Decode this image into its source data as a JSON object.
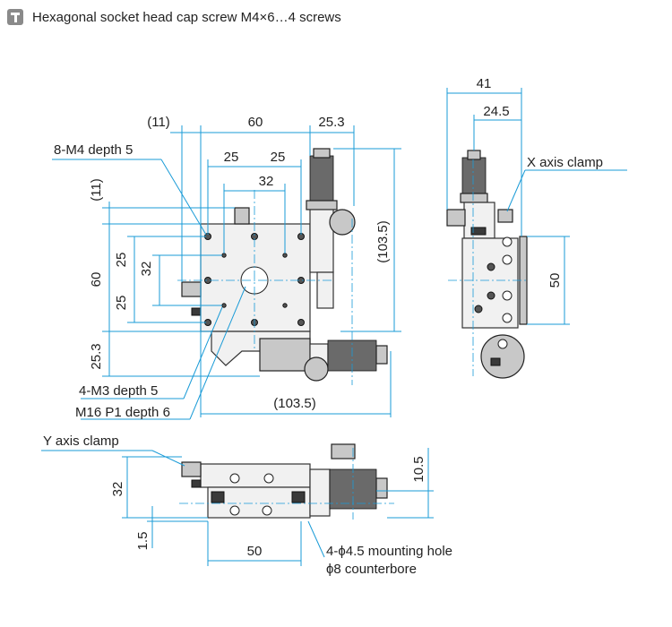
{
  "header": {
    "icon": "screw-icon",
    "text": "Hexagonal socket head cap screw M4×6…4 screws"
  },
  "accent_color": "#1a9bd7",
  "dimensions": {
    "d11_top": "(11)",
    "d60_top": "60",
    "d25_3_top": "25.3",
    "d25_top_left": "25",
    "d25_top_right": "25",
    "d32_top": "32",
    "d11_left": "(11)",
    "d60_left": "60",
    "d25_left_upper": "25",
    "d32_left": "32",
    "d25_left_lower": "25",
    "d25_3_left": "25.3",
    "d103_5_right": "(103.5)",
    "d103_5_bottom": "(103.5)",
    "d41_side": "41",
    "d24_5_side": "24.5",
    "d50_side": "50",
    "d32_front": "32",
    "d1_5_front": "1.5",
    "d50_front": "50",
    "d10_5_front": "10.5"
  },
  "callouts": {
    "m4": "8-M4 depth 5",
    "m3": "4-M3 depth 5",
    "m16": "M16 P1 depth 6",
    "x_clamp": "X axis clamp",
    "y_clamp": "Y axis clamp",
    "mount_hole": "4-ϕ4.5 mounting hole",
    "counterbore": "ϕ8 counterbore"
  }
}
